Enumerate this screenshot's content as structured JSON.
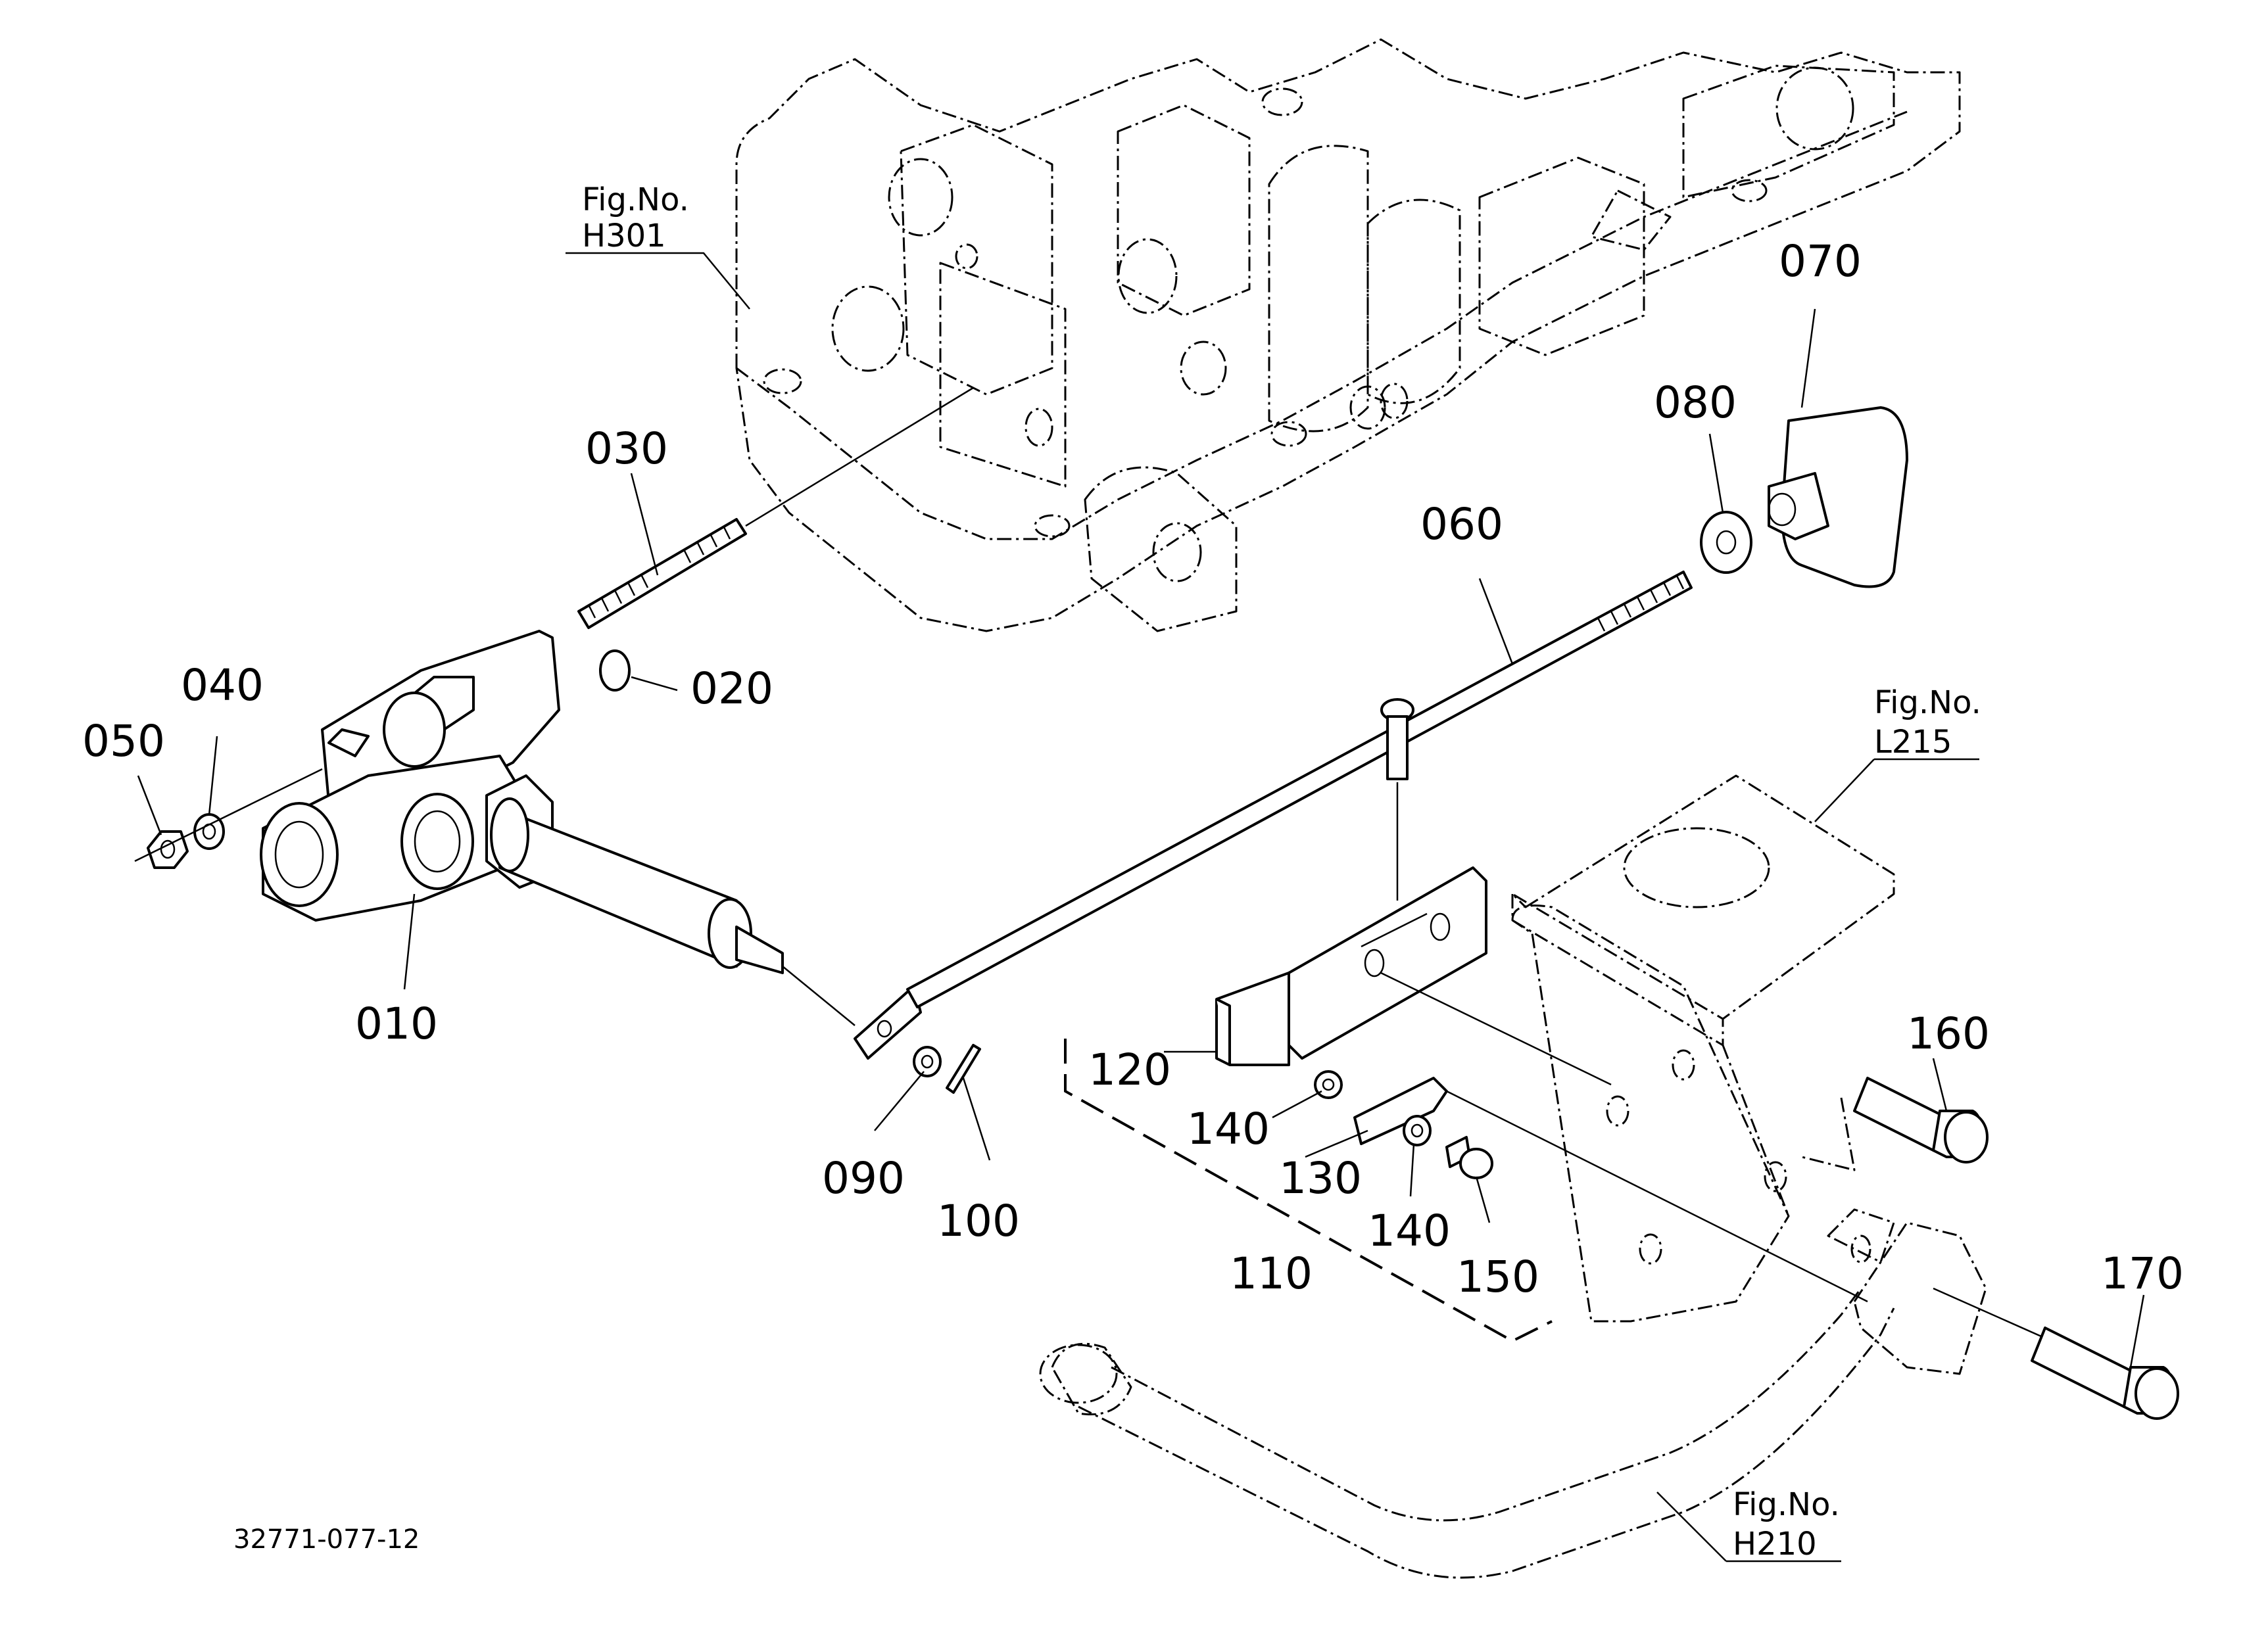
{
  "callouts": {
    "p010": "010",
    "p020": "020",
    "p030": "030",
    "p040": "040",
    "p050": "050",
    "p060": "060",
    "p070": "070",
    "p080": "080",
    "p090": "090",
    "p100": "100",
    "p110": "110",
    "p120": "120",
    "p130": "130",
    "p140a": "140",
    "p140b": "140",
    "p150": "150",
    "p160": "160",
    "p170": "170"
  },
  "figure_refs": {
    "h301": {
      "label": "Fig.No.",
      "number": "H301"
    },
    "l215": {
      "label": "Fig.No.",
      "number": "L215"
    },
    "h210": {
      "label": "Fig.No.",
      "number": "H210"
    }
  },
  "drawing_number": "32771-077-12"
}
